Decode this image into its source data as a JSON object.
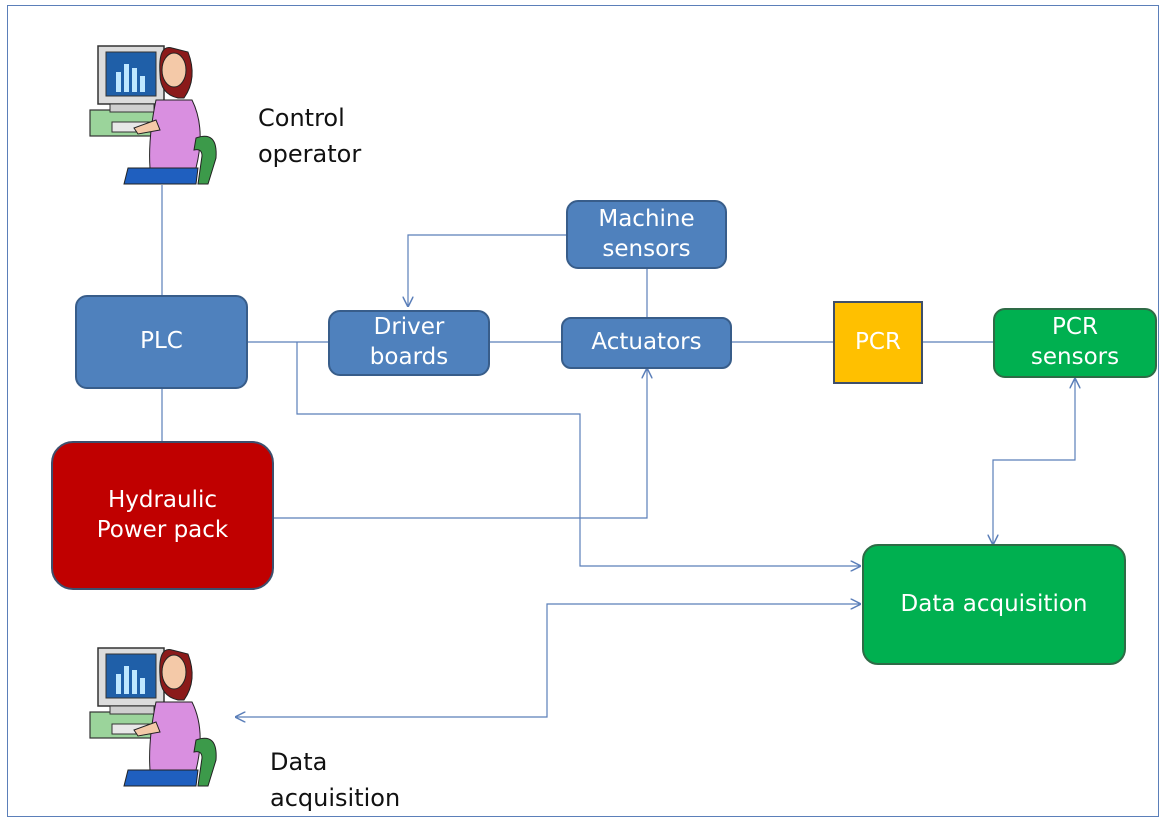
{
  "nodes": {
    "plc": "PLC",
    "driver_boards": "Driver\nboards",
    "machine_sensors": "Machine\nsensors",
    "actuators": "Actuators",
    "pcr": "PCR",
    "pcr_sensors": "PCR\nsensors",
    "hydraulic": "Hydraulic\nPower pack",
    "data_acquisition": "Data acquisition"
  },
  "labels": {
    "control_operator": "Control\noperator",
    "data_acquisition_operator": "Data\nacquisition"
  },
  "colors": {
    "blue_box": "#4f81bd",
    "green_box": "#00b050",
    "red_box": "#c00000",
    "yellow_box": "#ffc000",
    "connector": "#5b7fb9"
  },
  "icons": [
    "control-operator-icon",
    "data-operator-icon"
  ]
}
